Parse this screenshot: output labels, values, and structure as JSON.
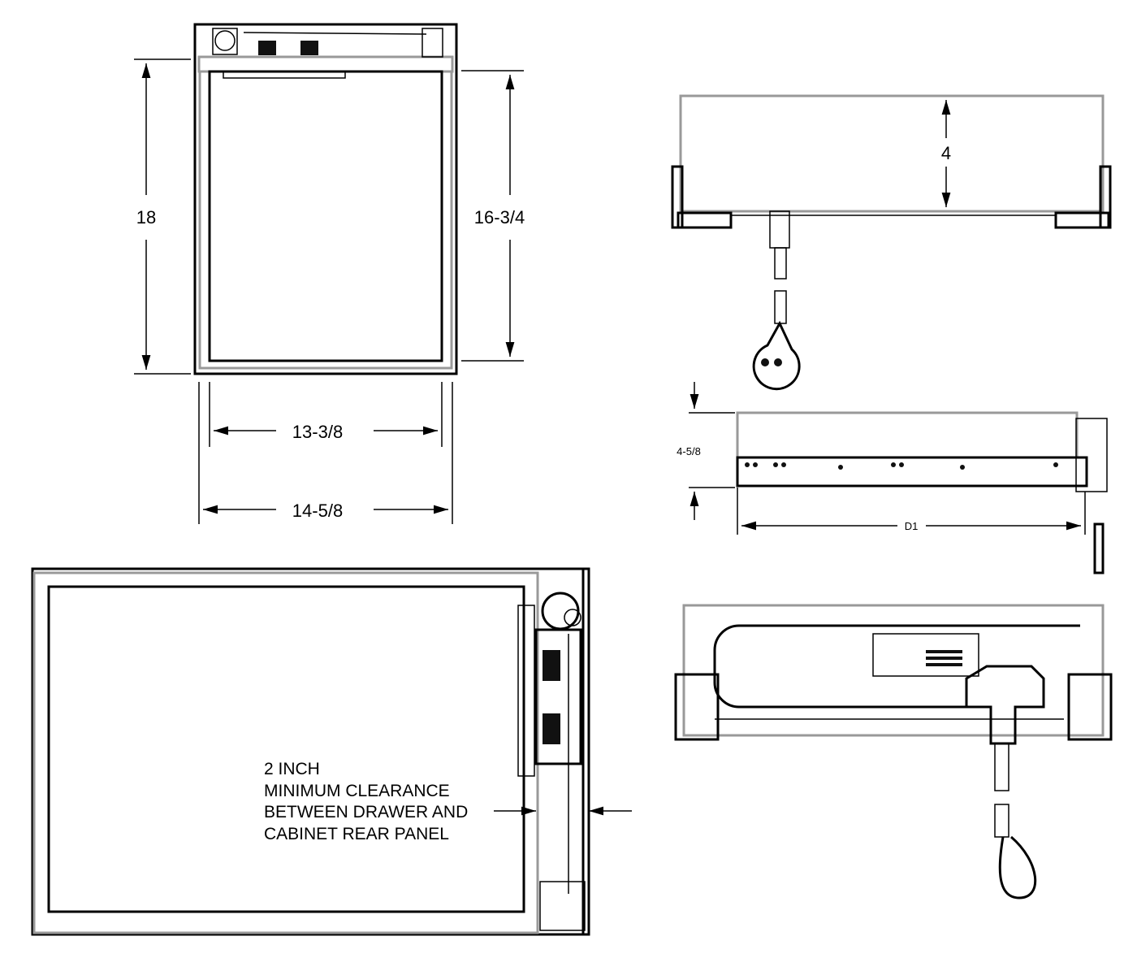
{
  "front_view": {
    "height_outer": "18",
    "height_inner": "16-3/4",
    "width_inner": "13-3/8",
    "width_outer": "14-5/8"
  },
  "side_view_top": {
    "height": "4"
  },
  "side_view_drawer": {
    "height": "4-5/8",
    "depth": "D1"
  },
  "top_view": {
    "note_lines": [
      "2 INCH",
      "MINIMUM CLEARANCE",
      "BETWEEN DRAWER AND",
      "CABINET REAR PANEL"
    ]
  },
  "colors": {
    "line": "#000000",
    "frame": "#999999"
  }
}
